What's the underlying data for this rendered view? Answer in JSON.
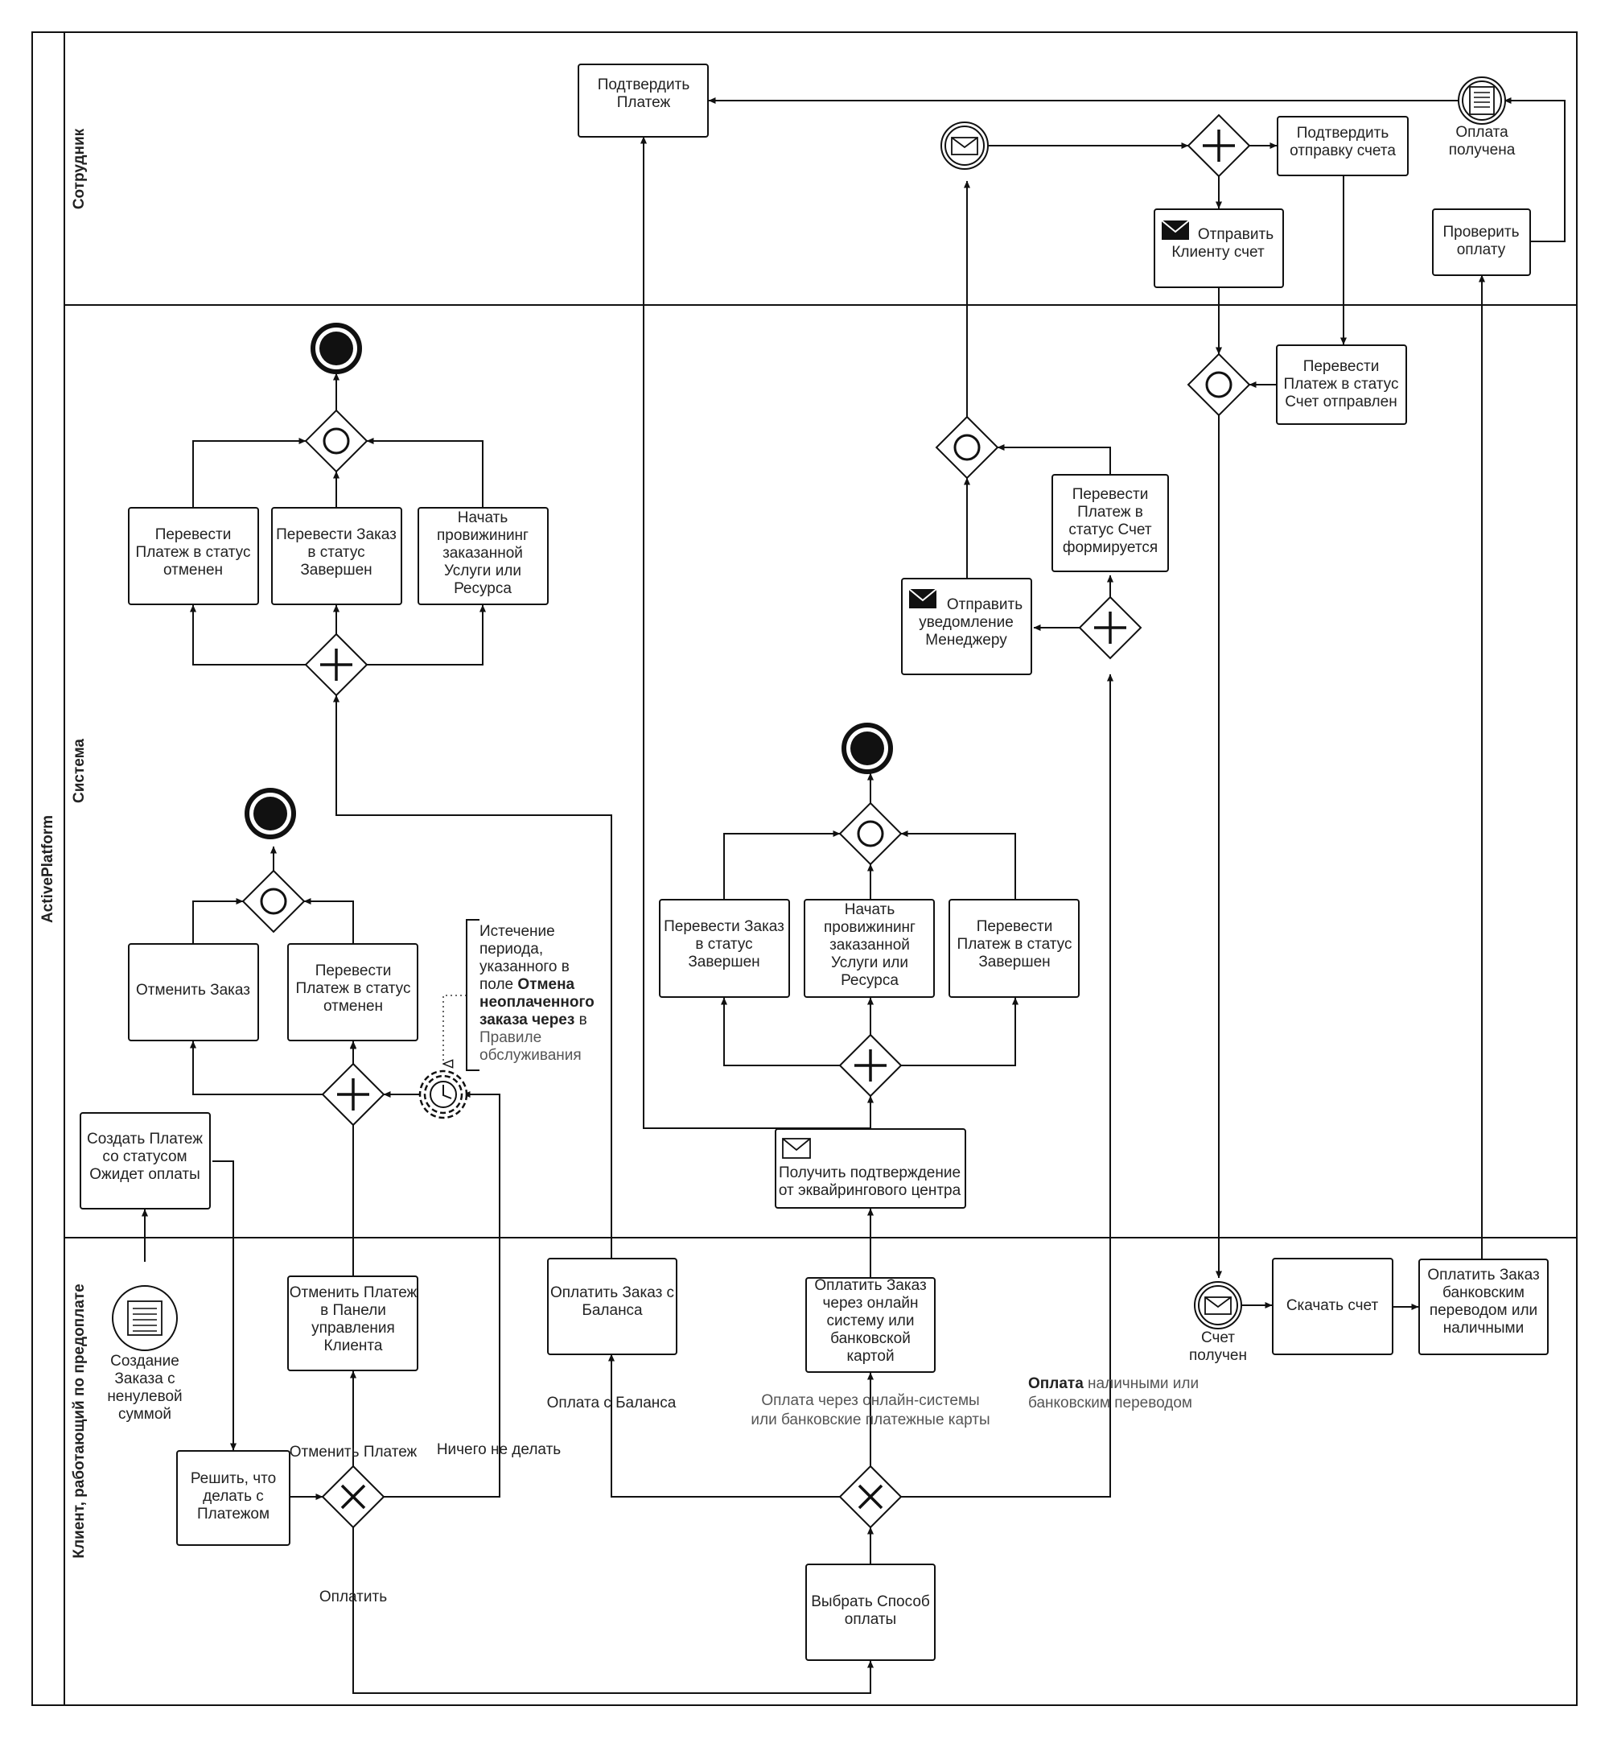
{
  "pool": "ActivePlatform",
  "lanes": {
    "employee": "Сотрудник",
    "system": "Система",
    "client": "Клиент, работающий по предоплате"
  },
  "tasks": {
    "confirm_payment": [
      "Подтвердить",
      "Платеж"
    ],
    "confirm_invoice_send": [
      "Подтвердить",
      "отправку счета"
    ],
    "send_invoice": [
      "Отправить",
      "Клиенту счет"
    ],
    "check_payment": [
      "Проверить",
      "оплату"
    ],
    "set_invoice_sent": [
      "Перевести",
      "Платеж в статус",
      "Счет отправлен"
    ],
    "set_invoice_forming": [
      "Перевести",
      "Платеж в",
      "статус Счет",
      "формируется"
    ],
    "notify_manager": [
      "Отправить",
      "уведомление",
      "Менеджеру"
    ],
    "a_cancel_payment": [
      "Перевести",
      "Платеж в статус",
      "отменен"
    ],
    "a_complete_order": [
      "Перевести Заказ",
      "в статус",
      "Завершен"
    ],
    "a_provisioning": [
      "Начать",
      "провижининг",
      "заказанной",
      "Услуги или",
      "Ресурса"
    ],
    "b_cancel_order": [
      "Отменить Заказ"
    ],
    "b_cancel_payment": [
      "Перевести",
      "Платеж в статус",
      "отменен"
    ],
    "create_payment": [
      "Создать Платеж",
      "со статусом",
      "Ожидет оплаты"
    ],
    "c_complete_order": [
      "Перевести Заказ",
      "в статус",
      "Завершен"
    ],
    "c_provisioning": [
      "Начать",
      "провижининг",
      "заказанной",
      "Услуги или",
      "Ресурса"
    ],
    "c_complete_payment": [
      "Перевести",
      "Платеж в статус",
      "Завершен"
    ],
    "acquiring_confirm": [
      "Получить подтверждение",
      "от эквайрингового центра"
    ],
    "cancel_payment_cp": [
      "Отменить Платеж",
      "в Панели",
      "управления",
      "Клиента"
    ],
    "pay_balance": [
      "Оплатить Заказ с",
      "Баланса"
    ],
    "pay_online": [
      "Оплатить Заказ",
      "через онлайн",
      "систему или",
      "банковской",
      "картой"
    ],
    "download_invoice": [
      "Скачать счет"
    ],
    "pay_bank": [
      "Оплатить Заказ",
      "банковским",
      "переводом или",
      "наличными"
    ],
    "decide_payment": [
      "Решить, что",
      "делать с",
      "Платежом"
    ],
    "choose_method": [
      "Выбрать Способ",
      "оплаты"
    ]
  },
  "events": {
    "payment_received": [
      "Оплата",
      "получена"
    ],
    "invoice_received": [
      "Счет",
      "получен"
    ],
    "order_created": [
      "Создание",
      "Заказа с",
      "ненулевой",
      "суммой"
    ]
  },
  "annotation": {
    "line1": "Истечение",
    "line2": "периода,",
    "line3": "указанного в",
    "line4": "поле",
    "line4_bold": "Отмена",
    "line5_bold": "неоплаченного",
    "line6_bold": "заказа через",
    "line6": "в",
    "line7": "Правиле",
    "line8": "обслуживания"
  },
  "flow_labels": {
    "cancel_payment": "Отменить Платеж",
    "do_nothing": "Ничего не делать",
    "pay": "Оплатить",
    "pay_balance": "Оплата с Баланса",
    "pay_online_1": "Оплата через онлайн-системы",
    "pay_online_2": "или банковские платежные карты",
    "pay_cash_bold": "Оплата",
    "pay_cash_1": "наличными или",
    "pay_cash_2": "банковским переводом"
  }
}
